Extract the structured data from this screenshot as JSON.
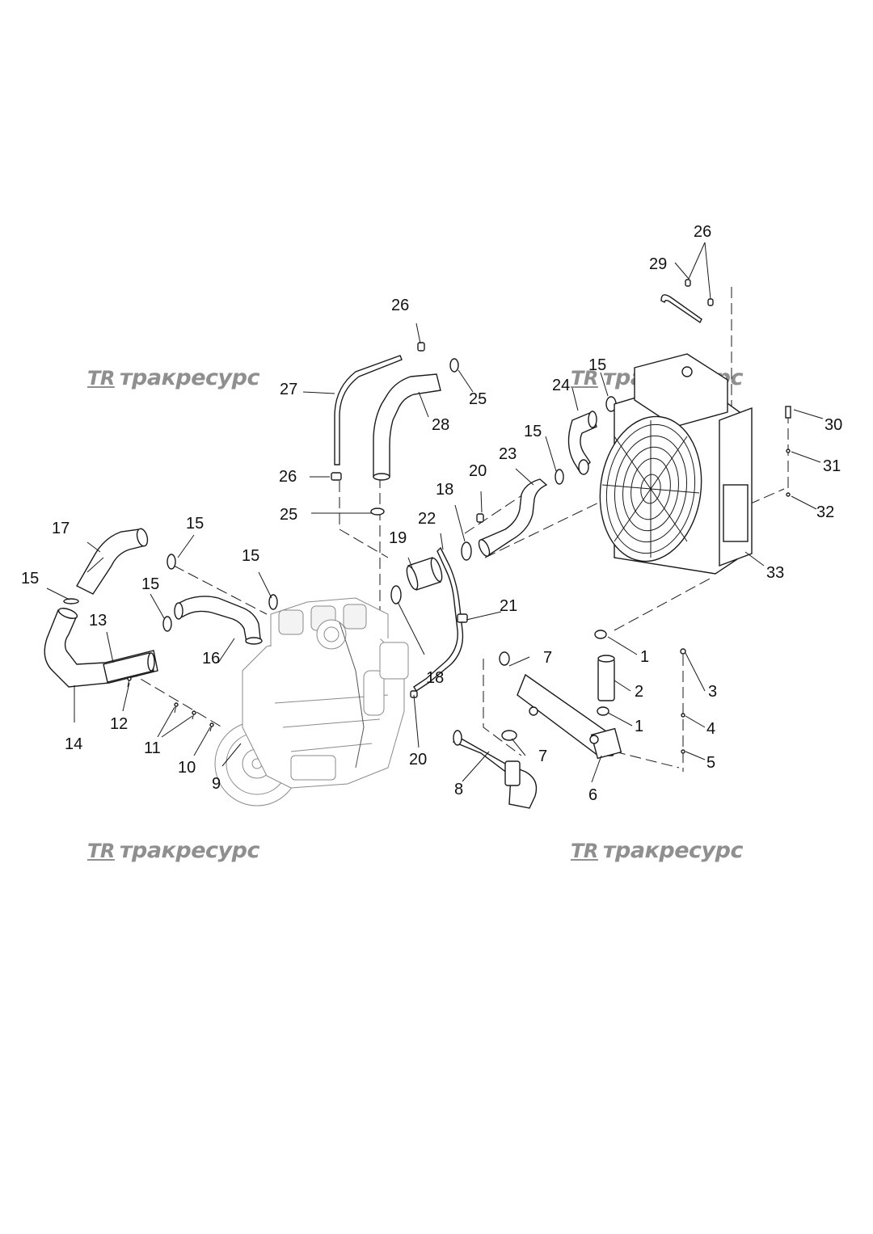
{
  "watermark": {
    "logo": "TR",
    "text": "тракресурс"
  },
  "callouts": {
    "c1a": "1",
    "c1b": "1",
    "c2": "2",
    "c3": "3",
    "c4": "4",
    "c5": "5",
    "c6": "6",
    "c7a": "7",
    "c7b": "7",
    "c8": "8",
    "c9": "9",
    "c10": "10",
    "c11": "11",
    "c12": "12",
    "c13": "13",
    "c14": "14",
    "c15a": "15",
    "c15b": "15",
    "c15c": "15",
    "c15d": "15",
    "c15e": "15",
    "c15f": "15",
    "c16": "16",
    "c17": "17",
    "c18a": "18",
    "c18b": "18",
    "c19": "19",
    "c20a": "20",
    "c20b": "20",
    "c21": "21",
    "c22": "22",
    "c23": "23",
    "c24": "24",
    "c25a": "25",
    "c25b": "25",
    "c26a": "26",
    "c26b": "26",
    "c26c": "26",
    "c27": "27",
    "c28": "28",
    "c29": "29",
    "c30": "30",
    "c31": "31",
    "c32": "32",
    "c33": "33"
  }
}
